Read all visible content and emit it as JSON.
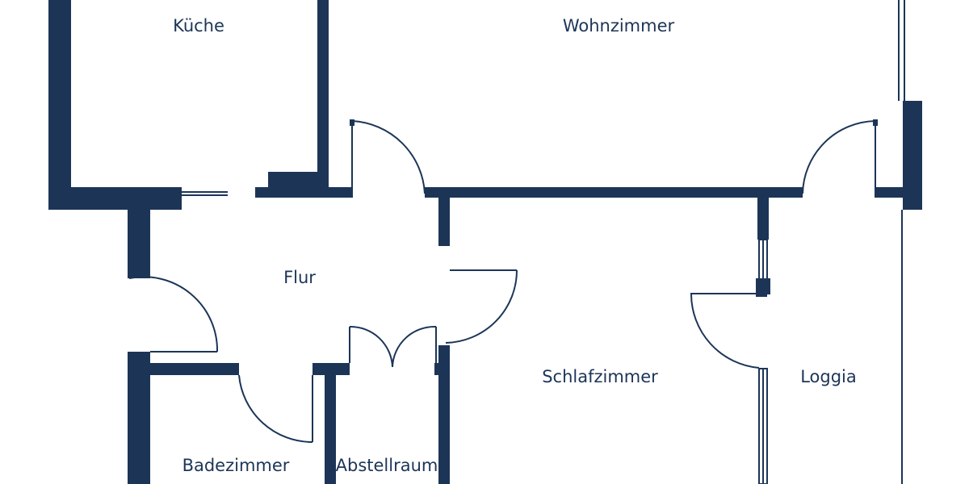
{
  "colors": {
    "wall": "#1c3557",
    "background": "#ffffff",
    "line": "#1c3557"
  },
  "rooms": {
    "kueche": "Küche",
    "wohnzimmer": "Wohnzimmer",
    "flur": "Flur",
    "schlafzimmer": "Schlafzimmer",
    "loggia": "Loggia",
    "badezimmer": "Badezimmer",
    "abstellraum": "Abstellraum"
  }
}
